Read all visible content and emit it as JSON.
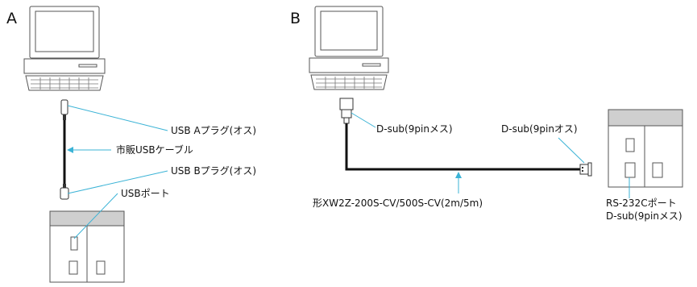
{
  "panels": {
    "a": {
      "letter": "A",
      "labels": {
        "usb_a_plug": "USB Aプラグ(オス)",
        "usb_cable": "市販USBケーブル",
        "usb_b_plug": "USB Bプラグ(オス)",
        "usb_port": "USBポート"
      }
    },
    "b": {
      "letter": "B",
      "labels": {
        "dsub_female": "D-sub(9pinメス)",
        "dsub_male": "D-sub(9pinオス)",
        "cable_model": "形XW2Z-200S-CV/500S-CV(2m/5m)",
        "rs232c_port": "RS-232Cポート",
        "rs232c_connector": "D-sub(9pinメス)"
      }
    }
  },
  "colors": {
    "leader": "#3bb3d6",
    "outline": "#555555",
    "fill": "#ffffff",
    "header_fill": "#cfcfcf",
    "cable": "#111111"
  }
}
